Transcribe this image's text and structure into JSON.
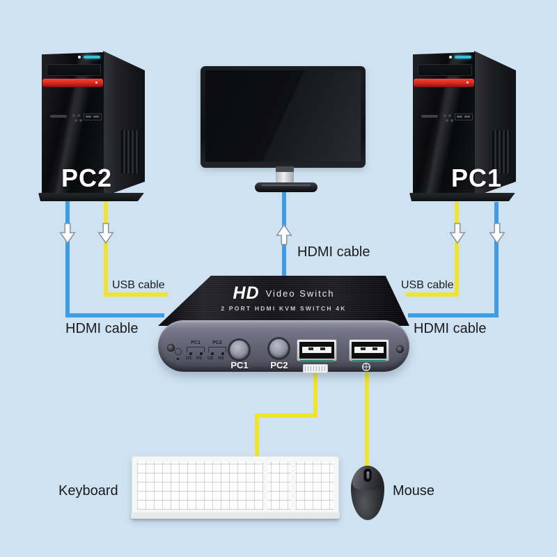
{
  "scene": {
    "colors": {
      "bg": "#cfe2f1",
      "cable-hdmi": "#3f9de3",
      "cable-usb": "#efe32e",
      "accent-red": "#d8251d",
      "accent-teal": "#35c3d7"
    }
  },
  "computers": {
    "left_label": "PC2",
    "right_label": "PC1"
  },
  "cable_labels": {
    "usb_left": "USB cable",
    "usb_right": "USB cable",
    "hdmi_left": "HDMI cable",
    "hdmi_right": "HDMI cable",
    "hdmi_center": "HDMI cable"
  },
  "peripherals": {
    "keyboard_label": "Keyboard",
    "mouse_label": "Mouse"
  },
  "kvm": {
    "brand": "HD",
    "brand_suffix": "Video Switch",
    "subtitle": "2 PORT HDMI KVM SWITCH 4K",
    "led_groups": [
      {
        "label": "PC1",
        "leds": [
          "U1",
          "H1"
        ]
      },
      {
        "label": "PC2",
        "leds": [
          "U2",
          "H2"
        ]
      }
    ],
    "buttons": [
      "PC1",
      "PC2"
    ]
  }
}
